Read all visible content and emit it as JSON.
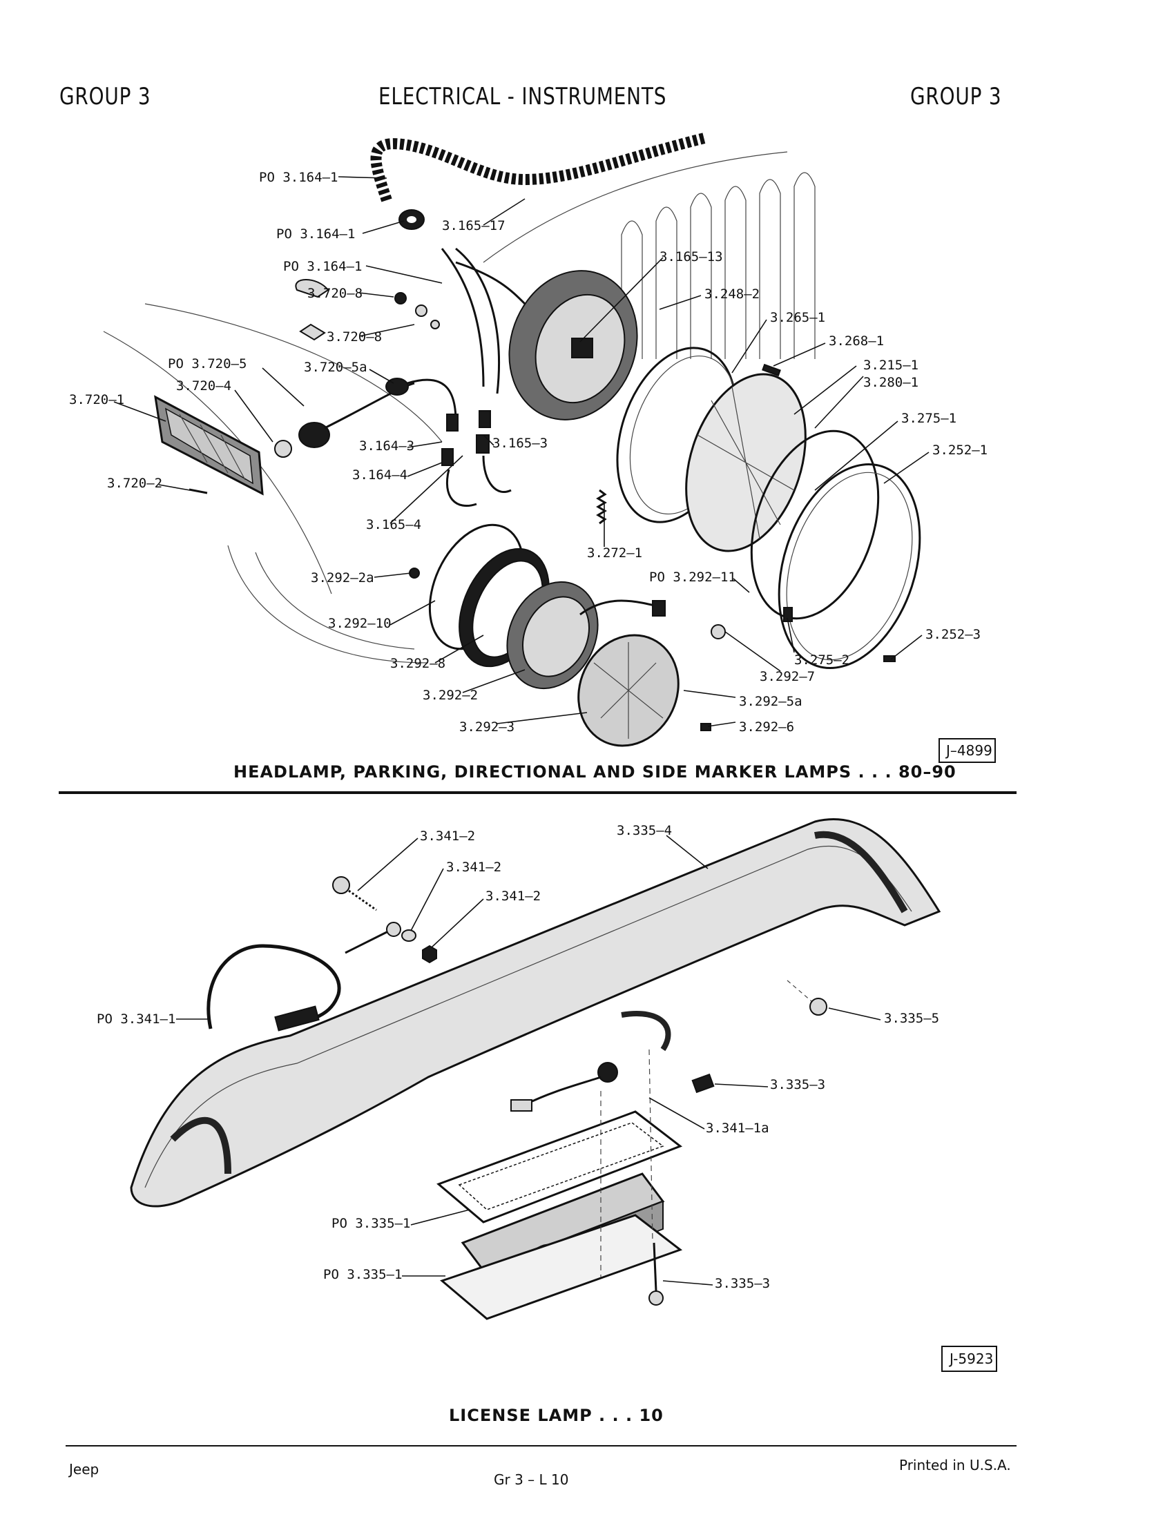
{
  "header": {
    "left": "GROUP 3",
    "center": "ELECTRICAL - INSTRUMENTS",
    "right": "GROUP 3"
  },
  "figure1": {
    "caption": "HEADLAMP, PARKING, DIRECTIONAL AND SIDE MARKER LAMPS . . . 80–90",
    "ref": "J–4899",
    "callouts": [
      "PO 3.164–1",
      "PO 3.164–1",
      "3.165–17",
      "PO 3.164–1",
      "3.165–13",
      "3.720–8",
      "3.248–2",
      "3.720–8",
      "3.265–1",
      "3.268–1",
      "PO 3.720–5",
      "3.720–5a",
      "3.215–1",
      "3.280–1",
      "3.720–4",
      "3.720–1",
      "3.275–1",
      "3.252–1",
      "3.164–3",
      "3.165–3",
      "3.164–4",
      "3.720–2",
      "3.165–4",
      "3.272–1",
      "3.292–2a",
      "PO 3.292–11",
      "3.292–10",
      "3.252–3",
      "3.275–2",
      "3.292–8",
      "3.292–7",
      "3.292–2",
      "3.292–5a",
      "3.292–3",
      "3.292–6"
    ]
  },
  "figure2": {
    "caption": "LICENSE LAMP . . . 10",
    "ref": "J-5923",
    "callouts": [
      "3.341–2",
      "3.335–4",
      "3.341–2",
      "3.341–2",
      "PO 3.341–1",
      "3.335–5",
      "3.335–3",
      "3.341–1a",
      "PO 3.335–1",
      "PO 3.335–1",
      "3.335–3"
    ]
  },
  "footer": {
    "left": "Jeep",
    "center": "Gr 3 – L 10",
    "right": "Printed in U.S.A."
  }
}
